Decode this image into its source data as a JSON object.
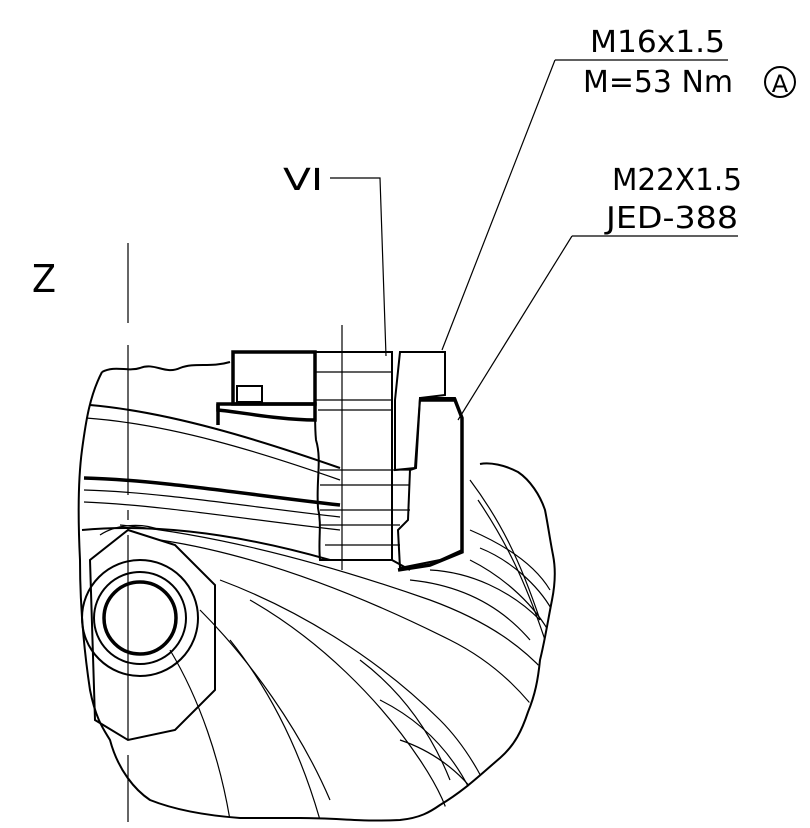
{
  "callouts": {
    "thread_a": "M16x1.5",
    "torque_a": "M=53 Nm",
    "marker_a": "A",
    "view_ref": "VI",
    "thread_b": "M22X1.5",
    "standard_b": "JED-388",
    "axis_label": "Z"
  },
  "colors": {
    "line": "#000000",
    "background": "#ffffff"
  }
}
